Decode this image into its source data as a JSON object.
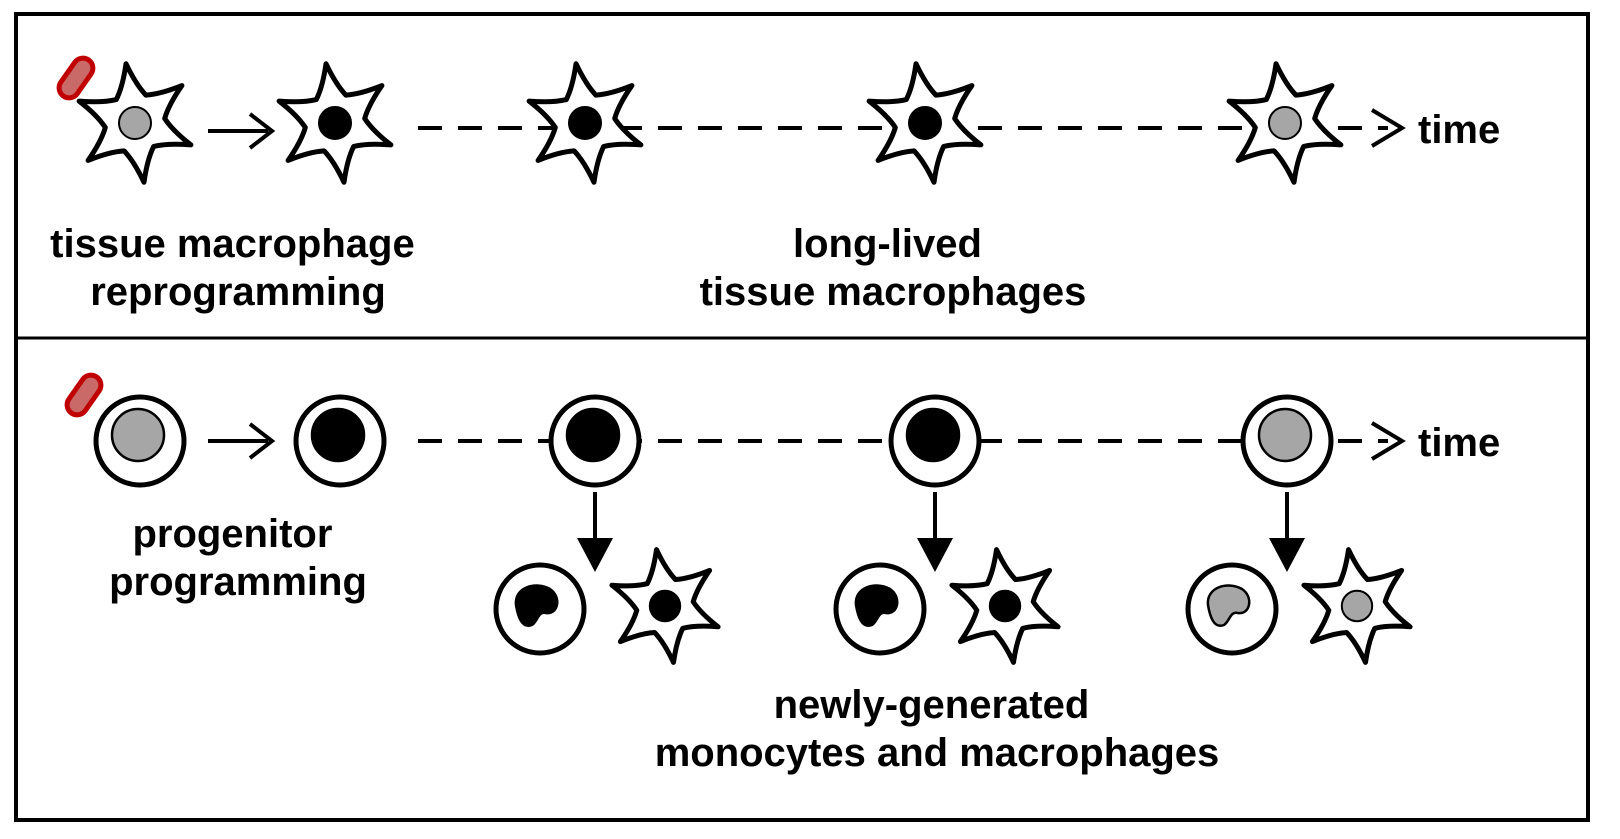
{
  "colors": {
    "outline": "#000000",
    "cell_fill": "#ffffff",
    "nucleus_naive": "#a6a6a6",
    "nucleus_trained": "#000000",
    "pathogen_fill": "#c0504d",
    "pathogen_stroke": "#c00000"
  },
  "top_panel": {
    "time_label": "time",
    "left_caption": [
      "tissue macrophage",
      "reprogramming"
    ],
    "center_caption": [
      "long-lived",
      "tissue macrophages"
    ],
    "cells": [
      {
        "type": "macrophage",
        "nucleus": "naive",
        "pathogen": true
      },
      {
        "type": "macrophage",
        "nucleus": "trained",
        "pathogen": false
      },
      {
        "type": "macrophage",
        "nucleus": "trained",
        "pathogen": false
      },
      {
        "type": "macrophage",
        "nucleus": "trained",
        "pathogen": false
      },
      {
        "type": "macrophage",
        "nucleus": "naive",
        "pathogen": false
      }
    ]
  },
  "bottom_panel": {
    "time_label": "time",
    "left_caption": [
      "progenitor",
      "programming"
    ],
    "center_caption": [
      "newly-generated",
      "monocytes and macrophages"
    ],
    "cells": [
      {
        "type": "progenitor",
        "nucleus": "naive",
        "pathogen": true
      },
      {
        "type": "progenitor",
        "nucleus": "trained",
        "pathogen": false
      },
      {
        "type": "progenitor",
        "nucleus": "trained",
        "pathogen": false
      },
      {
        "type": "progenitor",
        "nucleus": "trained",
        "pathogen": false
      },
      {
        "type": "progenitor",
        "nucleus": "naive",
        "pathogen": false
      }
    ],
    "offspring": [
      {
        "nucleus": "trained"
      },
      {
        "nucleus": "trained"
      },
      {
        "nucleus": "naive"
      }
    ]
  }
}
